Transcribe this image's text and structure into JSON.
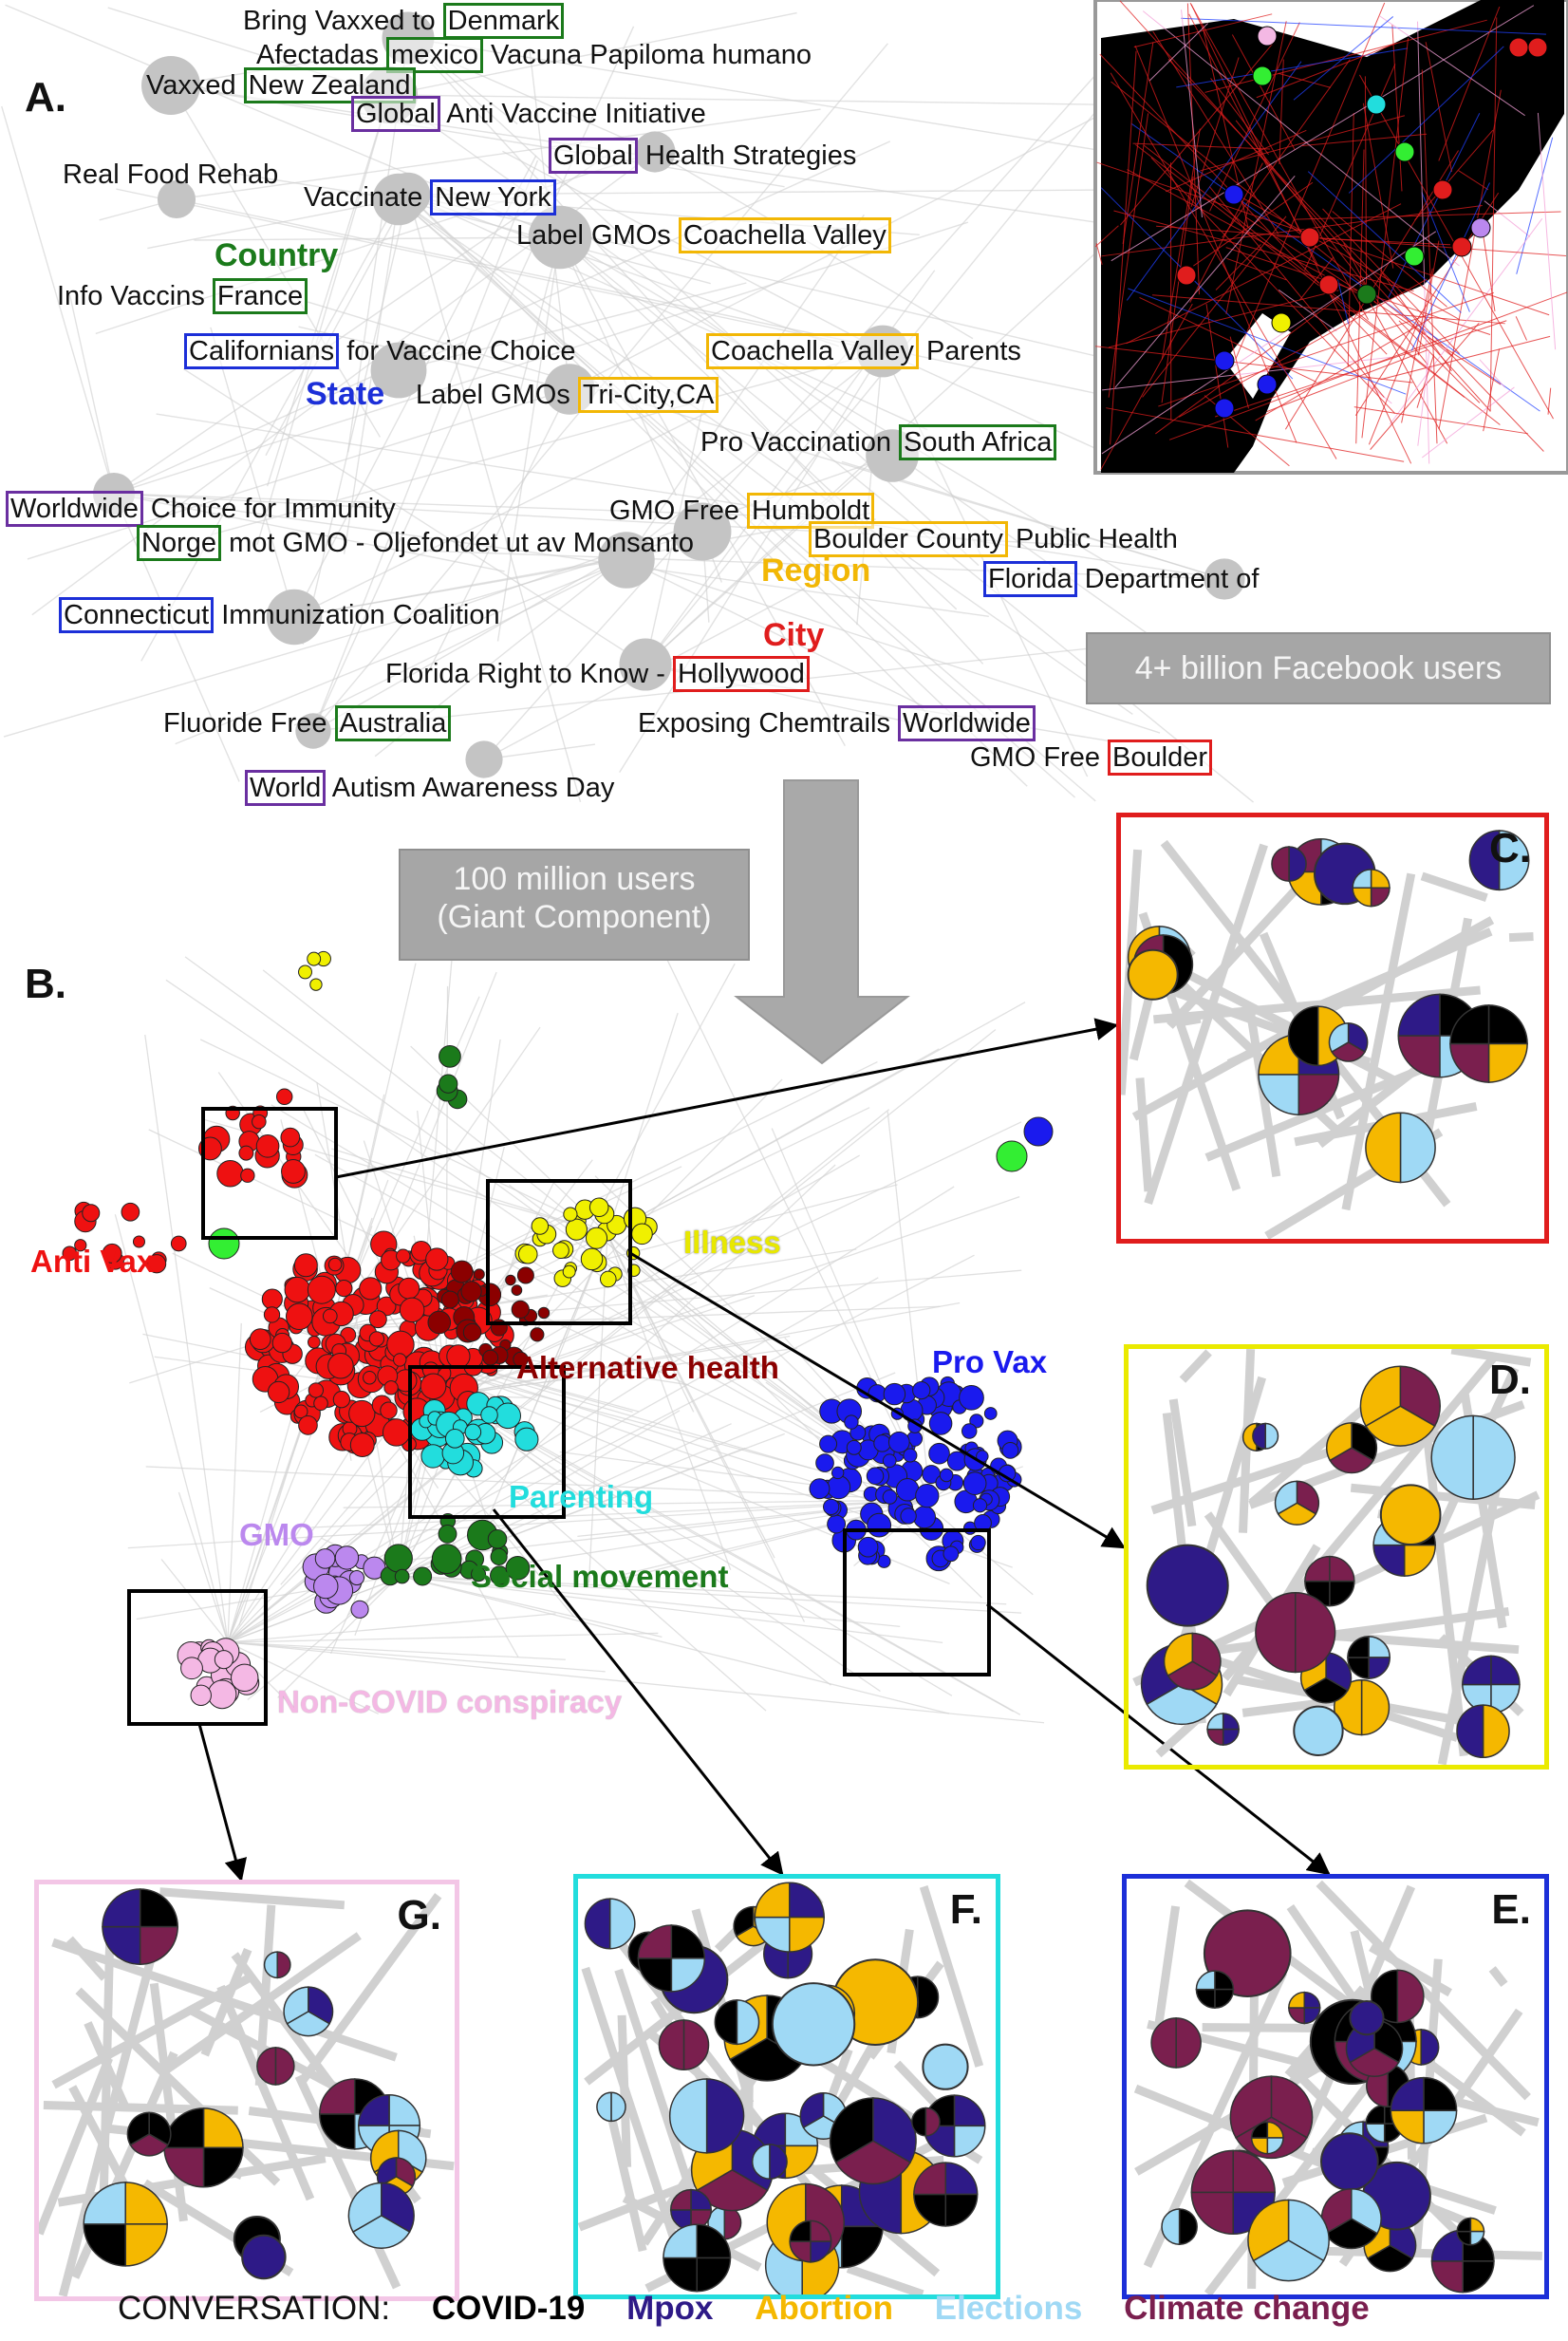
{
  "panel_a": {
    "letter": "A.",
    "pages": [
      {
        "pre": "Bring Vaxxed to",
        "box": "Denmark",
        "post": "",
        "color": "green"
      },
      {
        "pre": "Afectadas",
        "box": "mexico",
        "post": "Vacuna Papiloma humano",
        "color": "green"
      },
      {
        "pre": "Vaxxed",
        "box": "New Zealand",
        "post": "",
        "color": "green"
      },
      {
        "pre": "",
        "box": "Global",
        "post": "Anti Vaccine Initiative",
        "color": "purple"
      },
      {
        "pre": "",
        "box": "Global",
        "post": "Health Strategies",
        "color": "purple"
      },
      {
        "pre": "Real Food Rehab",
        "box": "",
        "post": "",
        "color": ""
      },
      {
        "pre": "Vaccinate",
        "box": "New York",
        "post": "",
        "color": "blue"
      },
      {
        "pre": "Label GMOs",
        "box": "Coachella Valley",
        "post": "",
        "color": "orange"
      },
      {
        "pre": "Info Vaccins",
        "box": "France",
        "post": "",
        "color": "green"
      },
      {
        "pre": "",
        "box": "Californians",
        "post": "for Vaccine Choice",
        "color": "blue"
      },
      {
        "pre": "",
        "box": "Coachella Valley",
        "post": "Parents",
        "color": "orange"
      },
      {
        "pre": "Label GMOs",
        "box": "Tri-City,CA",
        "post": "",
        "color": "orange"
      },
      {
        "pre": "Pro Vaccination",
        "box": "South Africa",
        "post": "",
        "color": "green"
      },
      {
        "pre": "",
        "box": "Worldwide",
        "post": "Choice for Immunity",
        "color": "purple"
      },
      {
        "pre": "GMO Free",
        "box": "Humboldt",
        "post": "",
        "color": "orange"
      },
      {
        "pre": "",
        "box": "Norge",
        "post": "mot GMO - Oljefondet ut av Monsanto",
        "color": "green"
      },
      {
        "pre": "",
        "box": "Boulder County",
        "post": "Public Health",
        "color": "orange"
      },
      {
        "pre": "",
        "box": "Florida",
        "post": "Department of",
        "color": "blue"
      },
      {
        "pre": "",
        "box": "Connecticut",
        "post": "Immunization Coalition",
        "color": "blue"
      },
      {
        "pre": "Florida Right to Know -",
        "box": "Hollywood",
        "post": "",
        "color": "red"
      },
      {
        "pre": "Fluoride Free",
        "box": "Australia",
        "post": "",
        "color": "green"
      },
      {
        "pre": "Exposing Chemtrails",
        "box": "Worldwide",
        "post": "",
        "color": "purple"
      },
      {
        "pre": "GMO Free",
        "box": "Boulder",
        "post": "",
        "color": "red"
      },
      {
        "pre": "",
        "box": "World",
        "post": "Autism Awareness Day",
        "color": "purple"
      }
    ],
    "categories": {
      "country": "Country",
      "state": "State",
      "region": "Region",
      "city": "City"
    },
    "billion_box": "4+ billion Facebook users"
  },
  "giant_component": {
    "line1": "100 million users",
    "line2": "(Giant Component)"
  },
  "panel_b": {
    "letter": "B.",
    "clusters": {
      "anti_vax": "Anti Vax",
      "illness": "Illness",
      "alternative_health": "Alternative health",
      "pro_vax": "Pro Vax",
      "parenting": "Parenting",
      "gmo": "GMO",
      "social_movement": "Social movement",
      "non_covid_conspiracy": "Non-COVID conspiracy"
    }
  },
  "insets": {
    "c": "C.",
    "d": "D.",
    "e": "E.",
    "f": "F.",
    "g": "G."
  },
  "legend": {
    "prefix": "CONVERSATION:",
    "items": [
      {
        "label": "COVID-19",
        "color": "#000000"
      },
      {
        "label": "Mpox",
        "color": "#2e1a87"
      },
      {
        "label": "Abortion",
        "color": "#f5b800"
      },
      {
        "label": "Elections",
        "color": "#9fd9f5"
      },
      {
        "label": "Climate change",
        "color": "#7a1f4e"
      }
    ]
  },
  "colors": {
    "anti_vax": "#ee1111",
    "alternative_health": "#8b0000",
    "pro_vax": "#1a1aee",
    "illness": "#f0f000",
    "parenting": "#22dddd",
    "gmo": "#bb88ee",
    "social_movement": "#1b7a1b",
    "non_covid_conspiracy": "#f4b8e4",
    "dark_green": "#0e3b22",
    "light_green": "#33ee33"
  }
}
